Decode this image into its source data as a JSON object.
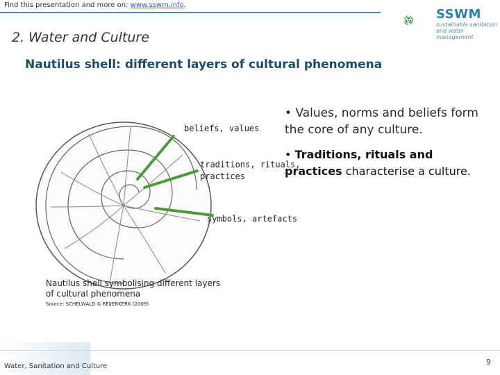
{
  "header": {
    "find_text": "Find this presentation and more on: ",
    "link_text": "www.sswm.info",
    "link_suffix": ".",
    "logo_word": "SSWM",
    "logo_sub_line1": "sustainable sanitation",
    "logo_sub_line2": "and water management"
  },
  "slide": {
    "section_title": "2. Water and Culture",
    "subtitle": "Nautilus shell: different layers of cultural phenomena",
    "figure_labels": {
      "beliefs": "beliefs, values",
      "traditions_line1": "traditions, rituals,",
      "traditions_line2": "practices",
      "symbols": "symbols, artefacts"
    },
    "bullet1": {
      "marker": "•",
      "text": "Values, norms and beliefs form the core of any culture."
    },
    "bullet2": {
      "marker": "•",
      "bold": "Traditions, rituals and practices",
      "rest": " characterise a culture."
    },
    "caption_line1": "Nautilus shell symbolising different layers",
    "caption_line2": "of cultural phenomena",
    "source": "Source: SCHELWALD & REIJERKERK (2009)"
  },
  "footer": {
    "text": "Water, Sanitation and Culture",
    "page_number": "9"
  },
  "colors": {
    "accent_blue": "#3d8ec0",
    "title_navy": "#1e4a68",
    "logo_green": "#7ab648",
    "pointer_green": "#4e9a3a"
  },
  "icons": [
    "sswm-logo-icon",
    "nautilus-shell-illustration"
  ]
}
